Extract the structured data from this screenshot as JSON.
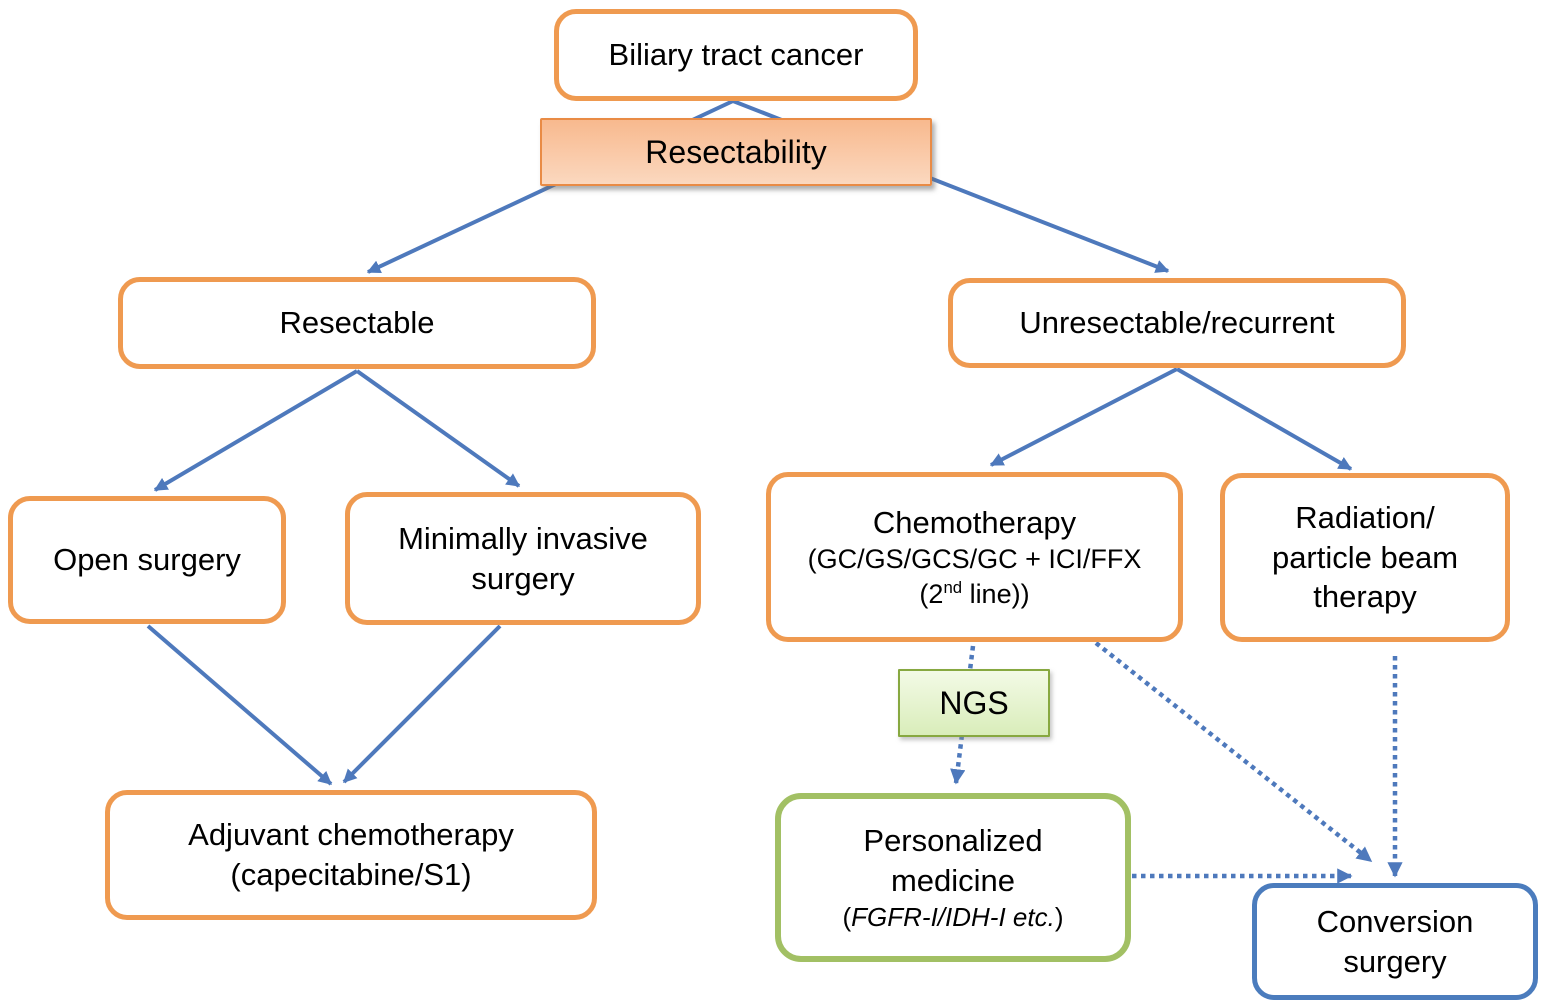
{
  "nodes": {
    "biliary": {
      "label": "Biliary tract cancer"
    },
    "resectability": {
      "label": "Resectability"
    },
    "resectable": {
      "label": "Resectable"
    },
    "unresectable": {
      "label": "Unresectable/recurrent"
    },
    "open_surgery": {
      "label": "Open surgery"
    },
    "minimally_invasive": {
      "lines": [
        "Minimally invasive",
        "surgery"
      ]
    },
    "adjuvant": {
      "lines": [
        "Adjuvant chemotherapy",
        "(capecitabine/S1)"
      ]
    },
    "chemotherapy": {
      "lines": [
        "Chemotherapy",
        "(GC/GS/GCS/GC + ICI/FFX"
      ],
      "line3": {
        "pre": "(2",
        "sup": "nd",
        "post": " line))"
      }
    },
    "radiation": {
      "lines": [
        "Radiation/",
        "particle beam",
        "therapy"
      ]
    },
    "ngs": {
      "label": "NGS"
    },
    "personalized": {
      "lines": [
        "Personalized",
        "medicine"
      ],
      "detail": {
        "open": "(",
        "italic": "FGFR-I/IDH-I etc.",
        "close": ")"
      }
    },
    "conversion": {
      "lines": [
        "Conversion",
        "surgery"
      ]
    }
  },
  "edges": [
    {
      "from": "biliary-tract-cancer",
      "to": "resectable",
      "style": "solid"
    },
    {
      "from": "biliary-tract-cancer",
      "to": "unresectable-recurrent",
      "style": "solid"
    },
    {
      "from": "resectable",
      "to": "open-surgery",
      "style": "solid"
    },
    {
      "from": "resectable",
      "to": "minimally-invasive-surgery",
      "style": "solid"
    },
    {
      "from": "open-surgery",
      "to": "adjuvant-chemotherapy",
      "style": "solid"
    },
    {
      "from": "minimally-invasive-surgery",
      "to": "adjuvant-chemotherapy",
      "style": "solid"
    },
    {
      "from": "unresectable-recurrent",
      "to": "chemotherapy",
      "style": "solid"
    },
    {
      "from": "unresectable-recurrent",
      "to": "radiation-particle-beam-therapy",
      "style": "solid"
    },
    {
      "from": "chemotherapy",
      "to": "personalized-medicine",
      "style": "dotted",
      "through": "ngs"
    },
    {
      "from": "chemotherapy",
      "to": "conversion-surgery",
      "style": "dotted"
    },
    {
      "from": "radiation-particle-beam-therapy",
      "to": "conversion-surgery",
      "style": "dotted"
    },
    {
      "from": "personalized-medicine",
      "to": "conversion-surgery",
      "style": "dotted"
    }
  ],
  "colors": {
    "node_border_orange": "#EF9A50",
    "decision_border": "#E98B45",
    "decision_fill_top": "#F8B98E",
    "decision_fill_bottom": "#FBD8BF",
    "ngs_border": "#87A840",
    "ngs_fill_top": "#F3FAE6",
    "ngs_fill_bottom": "#D9EDBA",
    "green_border": "#A2C064",
    "blue_border": "#4B7CBD",
    "arrow_blue": "#4E79BC",
    "text": "#000000",
    "background": "#FFFFFF"
  }
}
